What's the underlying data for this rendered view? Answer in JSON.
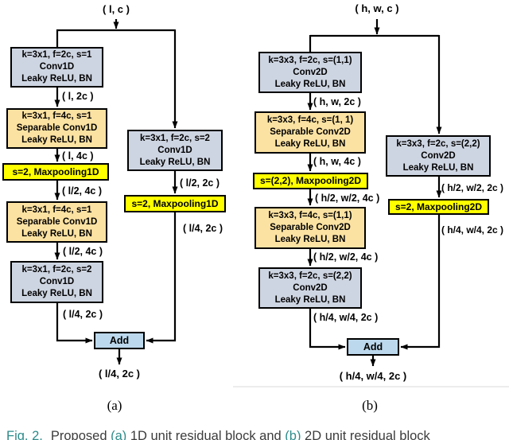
{
  "colors": {
    "conv_block_fill": "#CED5E2",
    "separable_block_fill": "#FCE2A2",
    "maxpool_block_fill": "#FFFF00",
    "add_block_fill": "#BCD8EC",
    "caption_accent": "#2E8B8B"
  },
  "diagram_a": {
    "input": "( l, c )",
    "output": "( l/4, 2c )",
    "caption": "(a)",
    "add_label": "Add",
    "boxes": {
      "conv1": {
        "l1": "k=3x1, f=2c, s=1",
        "l2": "Conv1D",
        "l3": "Leaky ReLU, BN"
      },
      "sep1": {
        "l1": "k=3x1, f=4c, s=1",
        "l2": "Separable Conv1D",
        "l3": "Leaky ReLU, BN"
      },
      "pool1": {
        "l1": "s=2, Maxpooling1D"
      },
      "sep2": {
        "l1": "k=3x1, f=4c, s=1",
        "l2": "Separable Conv1D",
        "l3": "Leaky ReLU, BN"
      },
      "conv2": {
        "l1": "k=3x1, f=2c, s=2",
        "l2": "Conv1D",
        "l3": "Leaky ReLU, BN"
      },
      "skip_conv": {
        "l1": "k=3x1, f=2c, s=2",
        "l2": "Conv1D",
        "l3": "Leaky ReLU, BN"
      },
      "skip_pool": {
        "l1": "s=2, Maxpooling1D"
      }
    },
    "labels": {
      "e1": "( l, 2c )",
      "e2": "( l, 4c )",
      "e3": "( l/2, 4c )",
      "e4": "( l/2, 4c )",
      "e5": "( l/4, 2c )",
      "s1": "( l/2, 2c )",
      "s2": "( l/4, 2c )"
    }
  },
  "diagram_b": {
    "input": "( h, w, c )",
    "output": "( h/4, w/4, 2c )",
    "caption": "(b)",
    "add_label": "Add",
    "boxes": {
      "conv1": {
        "l1": "k=3x3, f=2c, s=(1,1)",
        "l2": "Conv2D",
        "l3": "Leaky ReLU, BN"
      },
      "sep1": {
        "l1": "k=3x3, f=4c, s=(1, 1)",
        "l2": "Separable Conv2D",
        "l3": "Leaky ReLU, BN"
      },
      "pool1": {
        "l1": "s=(2,2), Maxpooling2D"
      },
      "sep2": {
        "l1": "k=3x3, f=4c, s=(1,1)",
        "l2": "Separable Conv2D",
        "l3": "Leaky ReLU, BN"
      },
      "conv2": {
        "l1": "k=3x3, f=2c, s=(2,2)",
        "l2": "Conv2D",
        "l3": "Leaky ReLU, BN"
      },
      "skip_conv": {
        "l1": "k=3x3, f=2c, s=(2,2)",
        "l2": "Conv2D",
        "l3": "Leaky ReLU, BN"
      },
      "skip_pool": {
        "l1": "s=2, Maxpooling2D"
      }
    },
    "labels": {
      "e1": "( h, w, 2c )",
      "e2": "( h, w, 4c )",
      "e3": "( h/2, w/2, 4c )",
      "e4": "( h/2, w/2, 4c )",
      "e5": "( h/4, w/4, 2c )",
      "s1": "( h/2, w/2, 2c )",
      "s2": "( h/4, w/4, 2c )"
    }
  },
  "figure_caption": {
    "prefix": "Fig. 2.",
    "p1": "Proposed ",
    "a_ref": "(a)",
    "p2": " 1D unit residual block and ",
    "b_ref": "(b)",
    "p3": " 2D unit residual block"
  }
}
